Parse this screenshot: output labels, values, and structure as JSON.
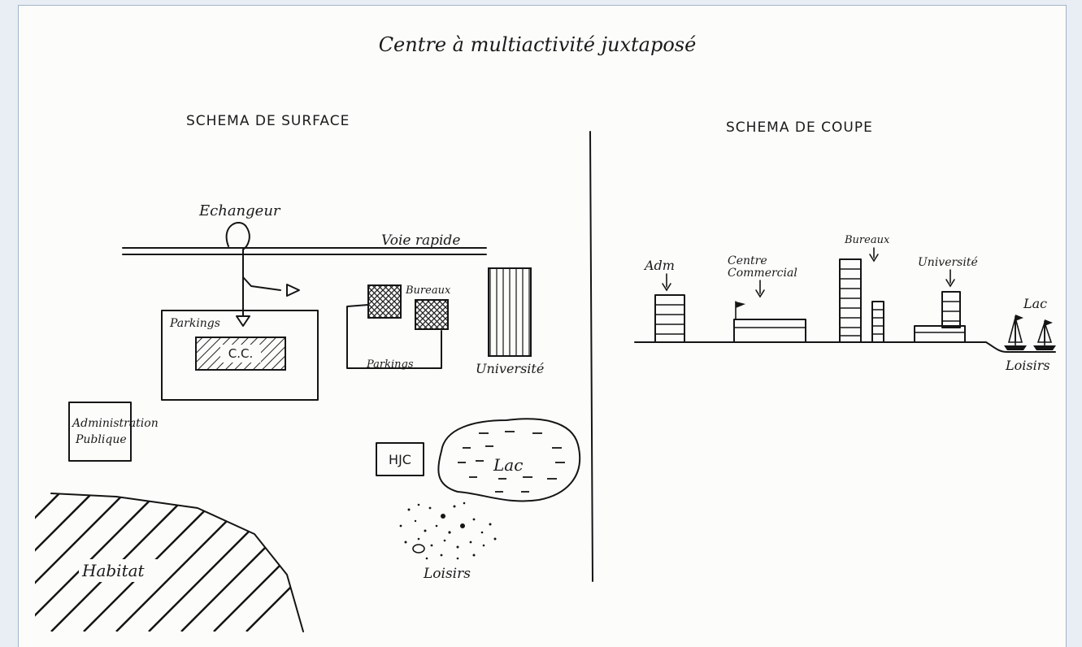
{
  "title": "Centre à multiactivité juxtaposé",
  "surface": {
    "heading": "SCHEMA DE SURFACE",
    "labels": {
      "echangeur": "Echangeur",
      "voie_rapide": "Voie rapide",
      "parkings_left": "Parkings",
      "cc": "C.C.",
      "bureaux": "Bureaux",
      "parkings_right": "Parkings",
      "universite": "Université",
      "administration": "Administration",
      "publique": "Publique",
      "hjc": "HJC",
      "lac": "Lac",
      "loisirs": "Loisirs",
      "habitat": "Habitat"
    }
  },
  "coupe": {
    "heading": "SCHEMA DE COUPE",
    "labels": {
      "adm": "Adm",
      "centre": "Centre",
      "commercial": "Commercial",
      "bureaux": "Bureaux",
      "universite": "Université",
      "lac": "Lac",
      "loisirs": "Loisirs"
    }
  }
}
